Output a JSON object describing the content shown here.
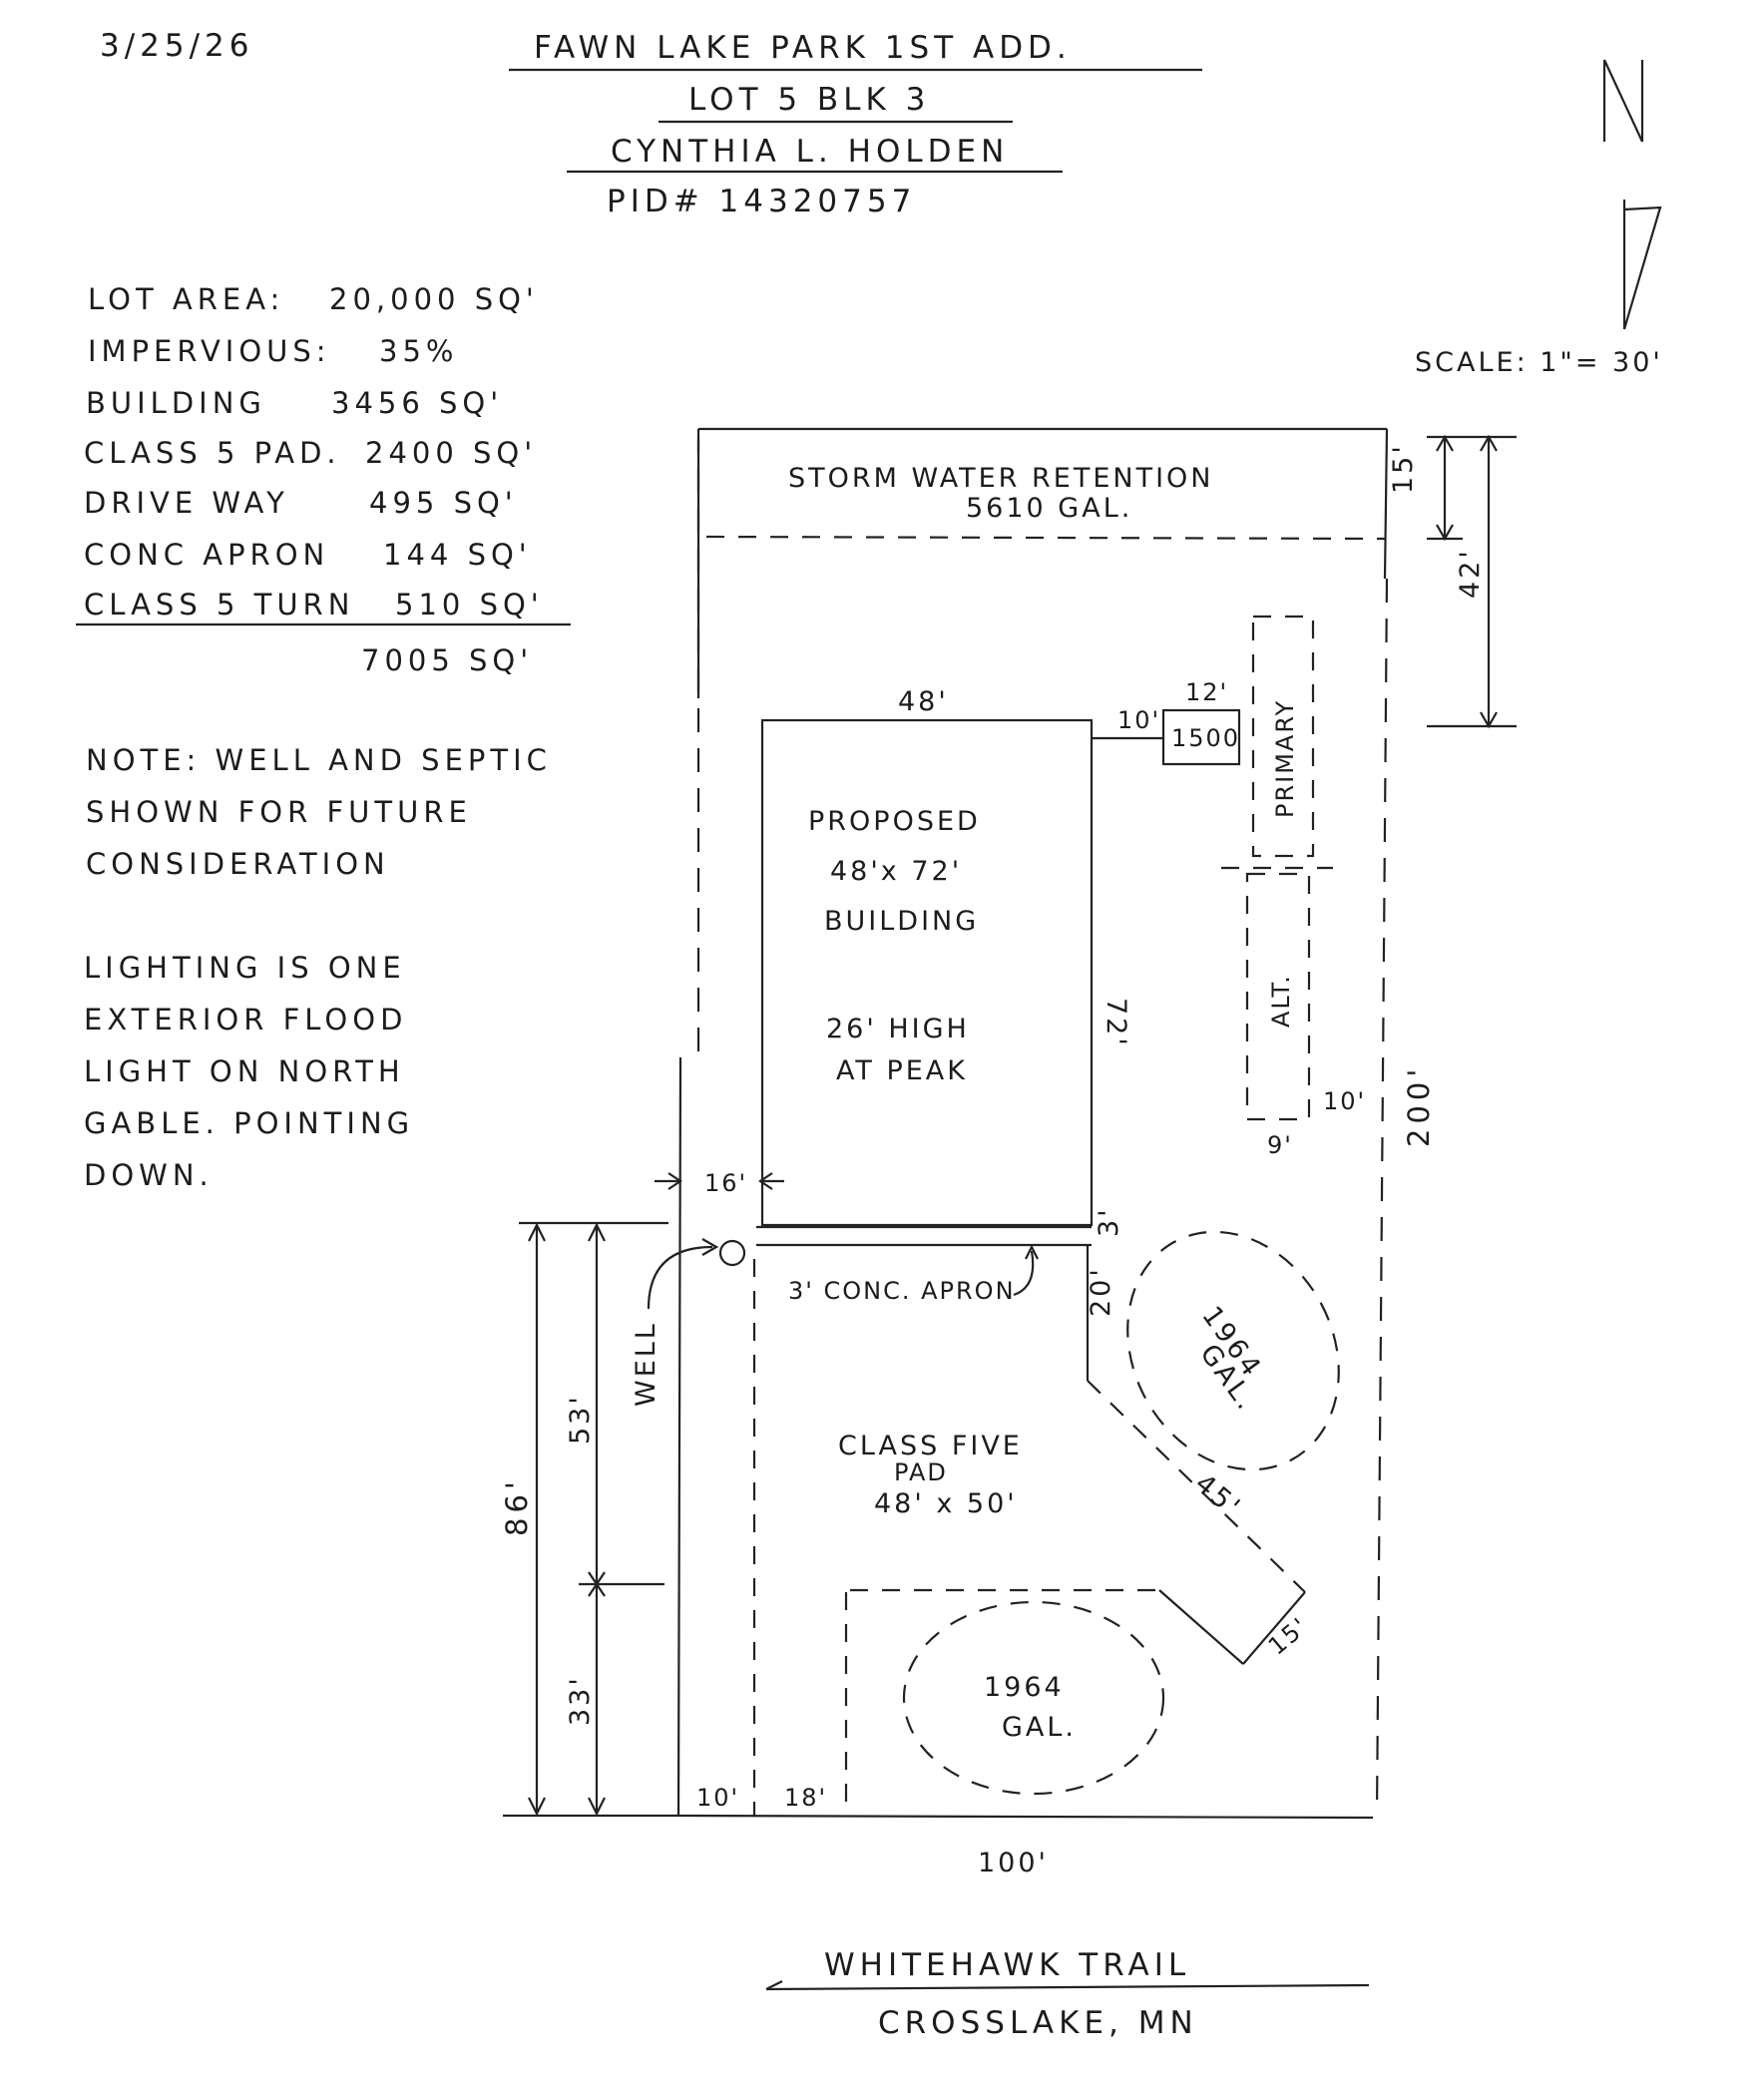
{
  "date": "3/25/26",
  "header": {
    "subdivision": "FAWN LAKE PARK 1ST ADD.",
    "lot_block": "LOT 5  BLK 3",
    "owner": "CYNTHIA L. HOLDEN",
    "pid": "PID# 14320757"
  },
  "north": "N",
  "scale": "SCALE: 1\"= 30'",
  "areas": [
    {
      "label": "LOT AREA:",
      "value": "20,000 SQ'"
    },
    {
      "label": "IMPERVIOUS:",
      "value": "35%"
    },
    {
      "label": "BUILDING",
      "value": "3456 SQ'"
    },
    {
      "label": "CLASS 5 PAD.",
      "value": "2400 SQ'"
    },
    {
      "label": "DRIVE WAY",
      "value": "495 SQ'"
    },
    {
      "label": "CONC APRON",
      "value": "144 SQ'"
    },
    {
      "label": "CLASS 5 TURN",
      "value": "510 SQ'"
    }
  ],
  "areas_total": "7005 SQ'",
  "notes": {
    "well_septic": [
      "NOTE: WELL AND SEPTIC",
      "SHOWN FOR FUTURE",
      "CONSIDERATION"
    ],
    "lighting": [
      "LIGHTING IS ONE",
      "EXTERIOR FLOOD",
      "LIGHT ON NORTH",
      "GABLE. POINTING",
      "DOWN."
    ]
  },
  "plan": {
    "storm_water": [
      "STORM WATER RETENTION",
      "5610 GAL."
    ],
    "building": [
      "PROPOSED",
      "48'x 72'",
      "BUILDING",
      "26' HIGH",
      "AT PEAK"
    ],
    "septic_tank": "1500",
    "primary": "PRIMARY",
    "alt": "ALT.",
    "well": "WELL",
    "apron": "3' CONC. APRON",
    "pad": [
      "CLASS FIVE",
      "PAD",
      "48' x 50'"
    ],
    "pond_east": [
      "1964",
      "GAL."
    ],
    "pond_south": [
      "1964",
      "GAL."
    ],
    "dims": {
      "bldg_width": "48'",
      "bldg_length": "72'",
      "tank_offset": "10'",
      "tank_width": "12'",
      "storm_depth": "15'",
      "north_setback": "42'",
      "lot_depth": "200'",
      "drain_width": "9'",
      "drain_offset": "10'",
      "side_setback": "16'",
      "apron_depth": "3'",
      "pond_gap": "20'",
      "turn_length": "45'",
      "turn_width": "15'",
      "dim_86": "86'",
      "dim_53": "53'",
      "dim_33": "33'",
      "drive_width": "10'",
      "pad_offset": "18'",
      "lot_width": "100'"
    }
  },
  "road": "WHITEHAWK TRAIL",
  "location": "CROSSLAKE, MN"
}
